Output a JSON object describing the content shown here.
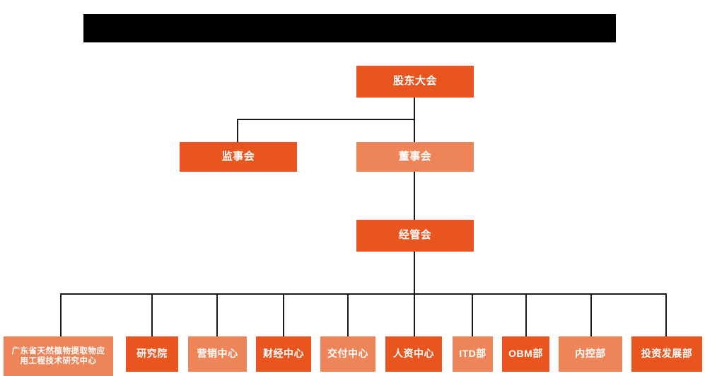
{
  "title_bar": {
    "name": "redacted-title-bar",
    "label": "",
    "color": "#000000"
  },
  "colors": {
    "primary": "#e8551e",
    "secondary": "#ee8559",
    "connector": "#1a1a1a",
    "text": "#ffffff",
    "background": "#ffffff"
  },
  "org_chart": {
    "level1": [
      {
        "id": "shareholders-meeting",
        "label": "股东大会",
        "style": "primary"
      }
    ],
    "level2": [
      {
        "id": "board-of-supervisors",
        "label": "监事会",
        "style": "primary"
      },
      {
        "id": "board-of-directors",
        "label": "董事会",
        "style": "secondary"
      }
    ],
    "level3": [
      {
        "id": "management-committee",
        "label": "经管会",
        "style": "primary"
      }
    ],
    "level4": [
      {
        "id": "guangdong-research-center",
        "label": "广东省天然植物提取物应用工程技术研究中心",
        "style": "secondary"
      },
      {
        "id": "research-institute",
        "label": "研究院",
        "style": "primary"
      },
      {
        "id": "marketing-center",
        "label": "营销中心",
        "style": "secondary"
      },
      {
        "id": "finance-center",
        "label": "财经中心",
        "style": "primary"
      },
      {
        "id": "delivery-center",
        "label": "交付中心",
        "style": "secondary"
      },
      {
        "id": "hr-center",
        "label": "人资中心",
        "style": "primary"
      },
      {
        "id": "itd-department",
        "label": "ITD部",
        "style": "secondary"
      },
      {
        "id": "obm-department",
        "label": "OBM部",
        "style": "primary"
      },
      {
        "id": "internal-control-department",
        "label": "内控部",
        "style": "secondary"
      },
      {
        "id": "investment-development-department",
        "label": "投资发展部",
        "style": "primary"
      }
    ]
  }
}
